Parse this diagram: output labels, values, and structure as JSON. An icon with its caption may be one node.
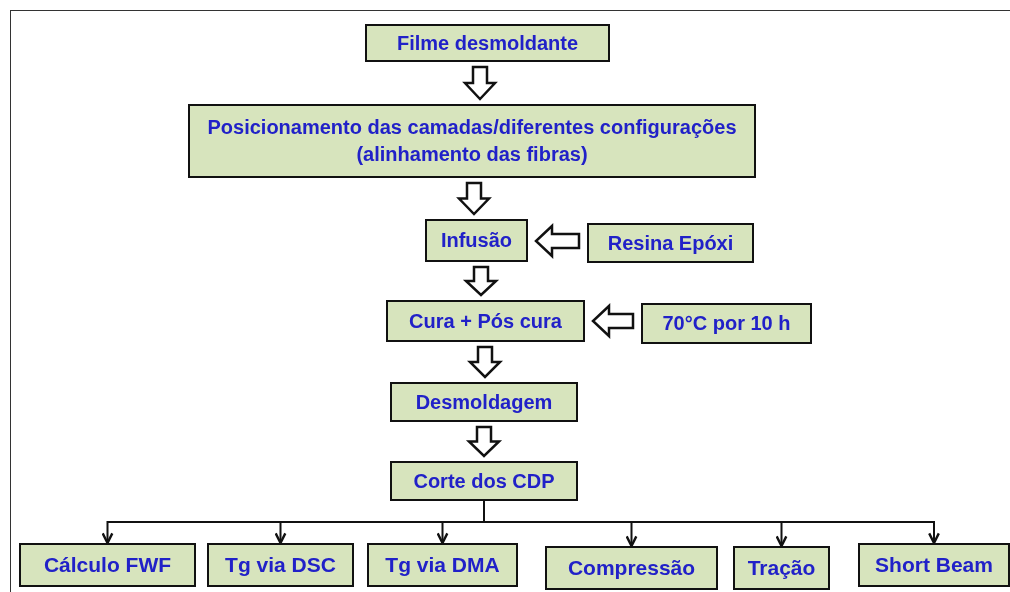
{
  "diagram": {
    "nodes": [
      {
        "text": [
          "Filme desmoldante"
        ]
      },
      {
        "text": [
          "Posicionamento das camadas/diferentes configurações (alinhamento das fibras)"
        ]
      },
      {
        "text": [
          "Infusão"
        ]
      },
      {
        "text": [
          "Resina Epóxi"
        ]
      },
      {
        "text": [
          "Cura + Pós cura"
        ]
      },
      {
        "text": [
          "70°C por 10 h"
        ]
      },
      {
        "text": [
          "Desmoldagem"
        ]
      },
      {
        "text": [
          "Corte dos CDP"
        ]
      },
      {
        "text": [
          "Cálculo FWF"
        ]
      },
      {
        "text": [
          "Tg via DSC"
        ]
      },
      {
        "text": [
          "Tg via DMA"
        ]
      },
      {
        "text": [
          "Compressão"
        ]
      },
      {
        "text": [
          "Tração"
        ]
      },
      {
        "text": [
          "Short Beam"
        ]
      }
    ],
    "edges": [
      {
        "from": 0,
        "to": 1,
        "arrow": "to"
      },
      {
        "from": 1,
        "to": 2,
        "arrow": "to"
      },
      {
        "from": 3,
        "to": 2,
        "arrow": "to"
      },
      {
        "from": 2,
        "to": 4,
        "arrow": "to"
      },
      {
        "from": 5,
        "to": 4,
        "arrow": "to"
      },
      {
        "from": 4,
        "to": 6,
        "arrow": "to"
      },
      {
        "from": 6,
        "to": 7,
        "arrow": "to"
      },
      {
        "from": 7,
        "to": 8,
        "arrow": "to"
      },
      {
        "from": 7,
        "to": 9,
        "arrow": "to"
      },
      {
        "from": 7,
        "to": 10,
        "arrow": "to"
      },
      {
        "from": 7,
        "to": 11,
        "arrow": "to"
      },
      {
        "from": 7,
        "to": 12,
        "arrow": "to"
      },
      {
        "from": 7,
        "to": 13,
        "arrow": "to"
      }
    ]
  }
}
